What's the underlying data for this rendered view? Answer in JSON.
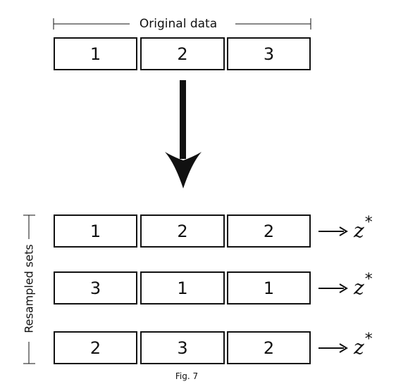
{
  "original": {
    "label": "Original data",
    "values": [
      "1",
      "2",
      "3"
    ]
  },
  "resampled": {
    "label": "Resampled sets",
    "rows": [
      {
        "values": [
          "1",
          "2",
          "2"
        ],
        "result": "z",
        "result_sup": "*"
      },
      {
        "values": [
          "3",
          "1",
          "1"
        ],
        "result": "z",
        "result_sup": "*"
      },
      {
        "values": [
          "2",
          "3",
          "2"
        ],
        "result": "z",
        "result_sup": "*"
      }
    ]
  },
  "caption": "Fig. 7",
  "colors": {
    "stroke": "#111111",
    "background": "#ffffff"
  },
  "icons": [
    "down-arrow-icon",
    "right-arrow-icon"
  ]
}
